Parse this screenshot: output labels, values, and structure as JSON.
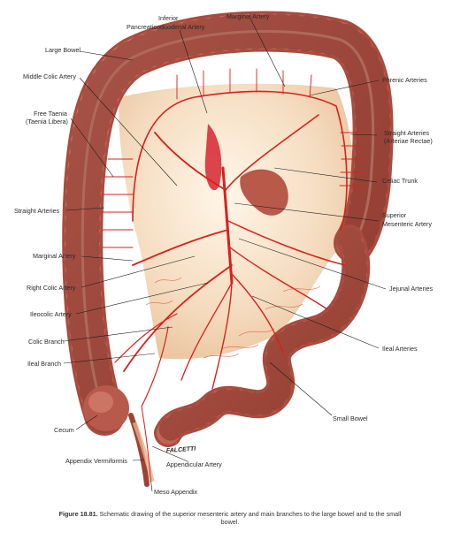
{
  "labels": {
    "inferior_pancreaticoduodenal_artery": [
      "Inferior",
      "Pancreaticoduodenal Artery"
    ],
    "marginal_artery_top": "Marginal Artery",
    "large_bowel": "Large Bowel",
    "phrenic_arteries": "Phrenic Arteries",
    "middle_colic_artery": "Middle Colic Artery",
    "free_taenia": [
      "Free Taenia",
      "(Taenia Libera)"
    ],
    "straight_arteries_right": [
      "Straight Arteries",
      "(Arteriae Rectae)"
    ],
    "celiac_trunk": "Celiac Trunk",
    "straight_arteries_left": "Straight Arteries",
    "superior_mesenteric_artery": [
      "Superior",
      "Mesenteric Artery"
    ],
    "marginal_artery_left": "Marginal Artery",
    "jejunal_arteries": "Jejunal Arteries",
    "right_colic_artery": "Right Colic Artery",
    "ileocolic_artery": "Ileocolic Artery",
    "ileal_arteries": "Ileal Arteries",
    "colic_branch": "Colic Branch",
    "ileal_branch": "Ileal Branch",
    "small_bowel": "Small Bowel",
    "cecum": "Cecum",
    "appendix_vermiformis": "Appendix Vermiformis",
    "appendicular_artery": "Appendicular Artery",
    "meso_appendix": "Meso Appendix"
  },
  "signature": "FALCETTI",
  "caption": {
    "number": "Figure 18.81.",
    "text": "Schematic drawing of the superior mesenteric artery and main branches to the large bowel and to the small bowel."
  },
  "colors": {
    "bowel": "#c8685a",
    "bowel_dark": "#8e3a30",
    "mesentery": "#f3dcc0",
    "artery": "#d8201c"
  }
}
